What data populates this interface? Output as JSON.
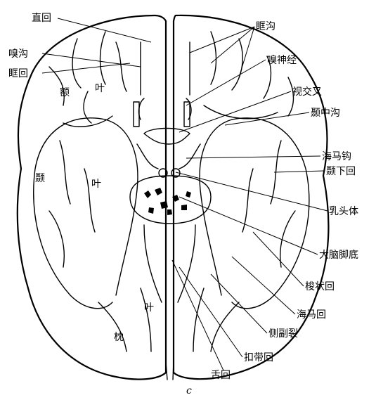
{
  "caption": "c",
  "labels": {
    "zhihui": "直回",
    "xiugou": "嗅沟",
    "kuanghui": "眶回",
    "kuanggou": "眶沟",
    "xiushenjing": "嗅神经",
    "shijiaocha": "视交叉",
    "niezhonggou": "颞中沟",
    "haimagou": "海马钩",
    "niexiahui": "颞下回",
    "rutouti": "乳头体",
    "danaojiaodi": "大脑脚底",
    "suozhuanghui": "梭状回",
    "haimahui": "海马回",
    "cefulie": "侧副裂",
    "koudaihui": "扣带回",
    "shehui": "舌回"
  },
  "lobes": {
    "e": "额",
    "ye1": "叶",
    "nie": "颞",
    "ye2": "叶",
    "ye3": "叶",
    "zhen": "枕"
  }
}
